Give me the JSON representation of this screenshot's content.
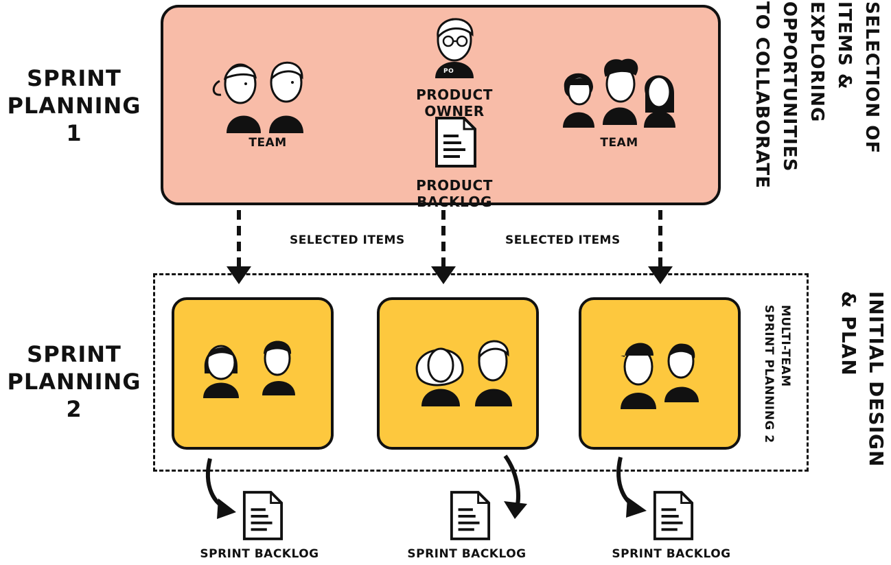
{
  "top": {
    "label_line1": "SPRINT",
    "label_line2": "PLANNING 1",
    "product_owner": "PRODUCT OWNER",
    "product_backlog": "PRODUCT BACKLOG",
    "team_left": "TEAM",
    "team_right": "TEAM",
    "po_badge": "PO",
    "side_line1": "SELECTION OF",
    "side_line2": "ITEMS & EXPLORING",
    "side_line3": "OPPORTUNITIES",
    "side_line4": "TO COLLABORATE"
  },
  "arrows": {
    "selected_left": "SELECTED ITEMS",
    "selected_right": "SELECTED ITEMS"
  },
  "bottom": {
    "label_line1": "SPRINT",
    "label_line2": "PLANNING 2",
    "multi_line1": "MULTI-TEAM",
    "multi_line2": "SPRINT PLANNING 2",
    "side_line1": "INITIAL DESIGN",
    "side_line2": "& PLAN",
    "backlogs": [
      "SPRINT BACKLOG",
      "SPRINT BACKLOG",
      "SPRINT BACKLOG"
    ]
  },
  "colors": {
    "pink": "#F8BCA8",
    "yellow": "#FDC83E",
    "ink": "#111111"
  }
}
